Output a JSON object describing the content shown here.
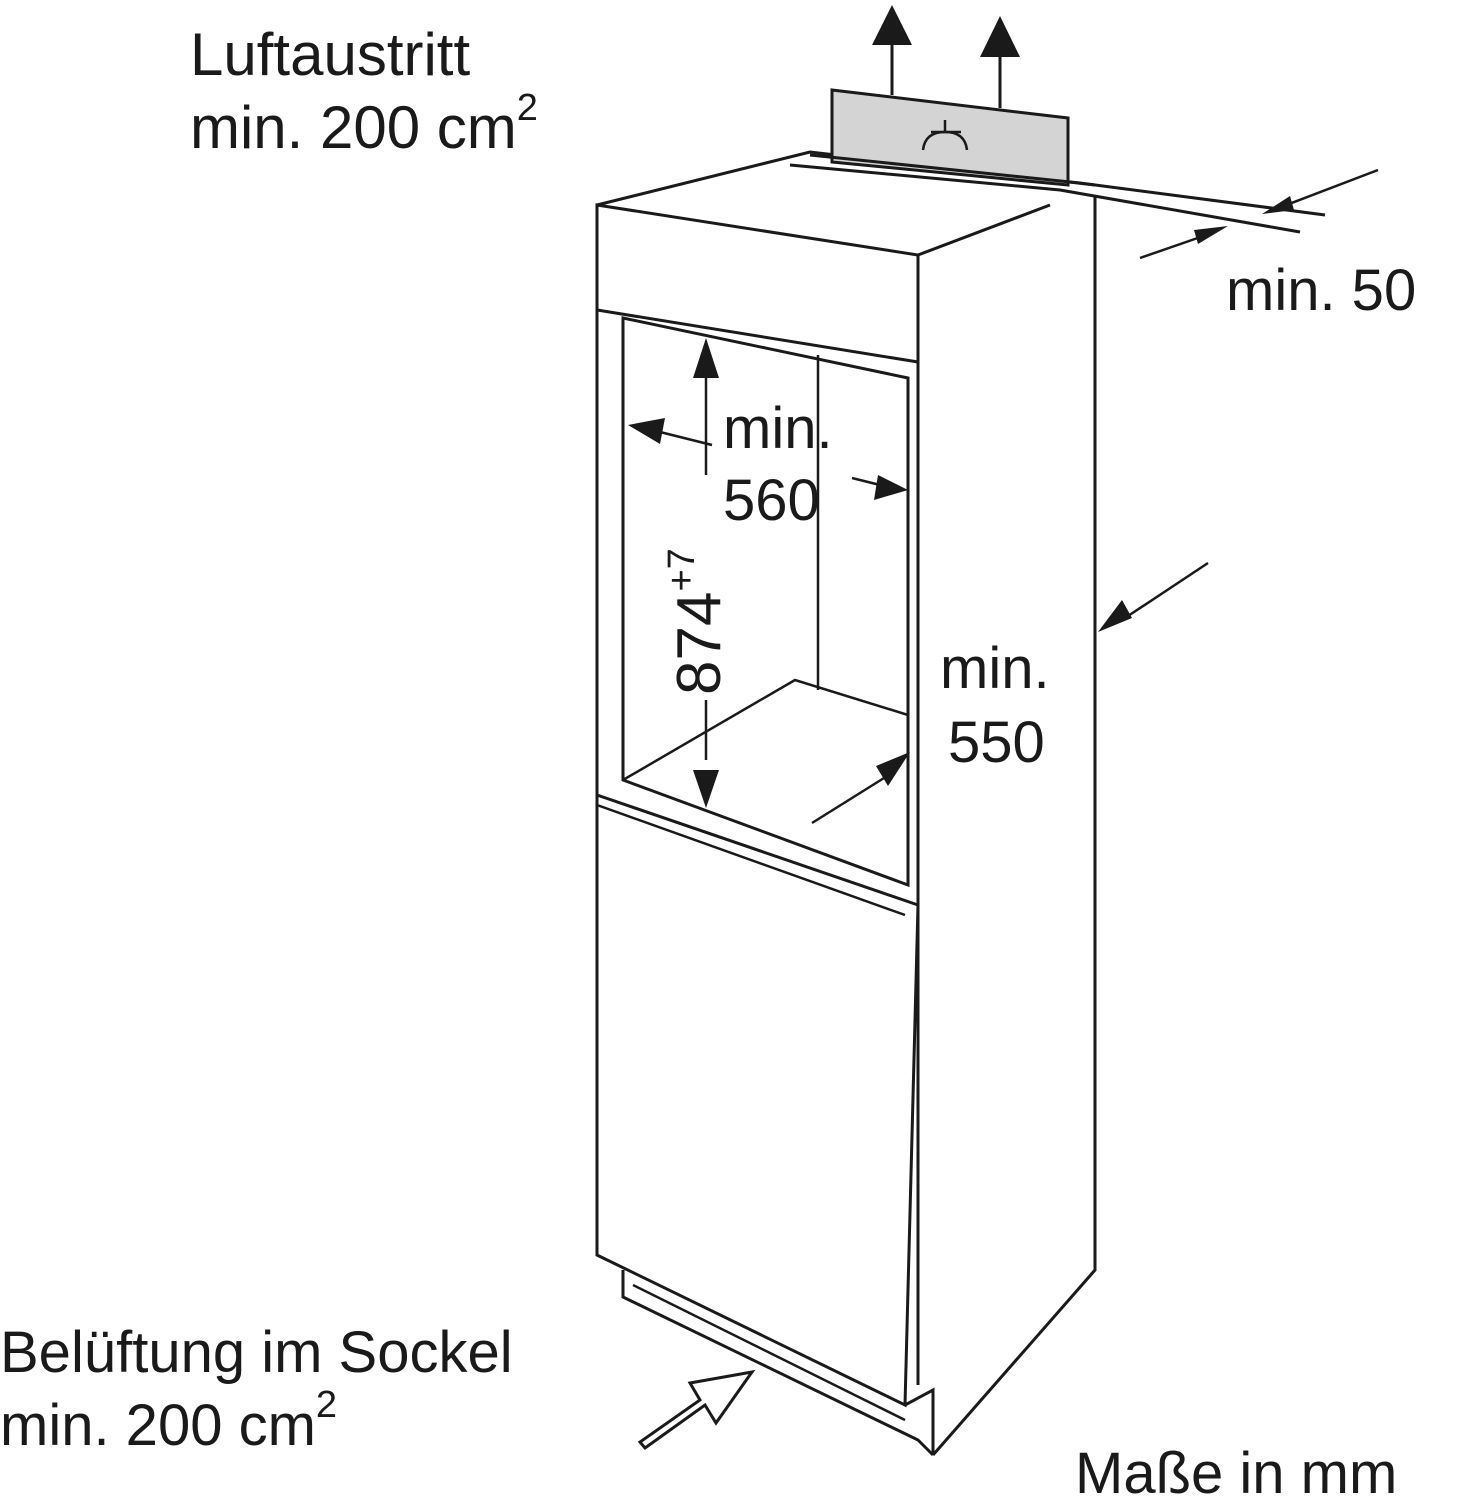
{
  "labels": {
    "air_outlet_title": "Luftaustritt",
    "air_outlet_area": "min. 200 cm",
    "air_outlet_area_exp": "2",
    "top_gap": "min. 50",
    "niche_width_min": "min.",
    "niche_width_value": "560",
    "niche_height_value": "874",
    "niche_height_tolerance": "+7",
    "niche_depth_min": "min.",
    "niche_depth_value": "550",
    "plinth_vent_title": "Belüftung im Sockel",
    "plinth_vent_area": "min. 200 cm",
    "plinth_vent_area_exp": "2",
    "units_note": "Maße in mm"
  },
  "colors": {
    "ink": "#1a1a1a",
    "vent_grille_fill": "#d4d4d4",
    "background": "#ffffff"
  },
  "icons": {
    "vent_symbol": "fan-icon",
    "airflow_arrows": "arrow-up-icon",
    "inflow_arrow": "arrow-outline-icon"
  }
}
